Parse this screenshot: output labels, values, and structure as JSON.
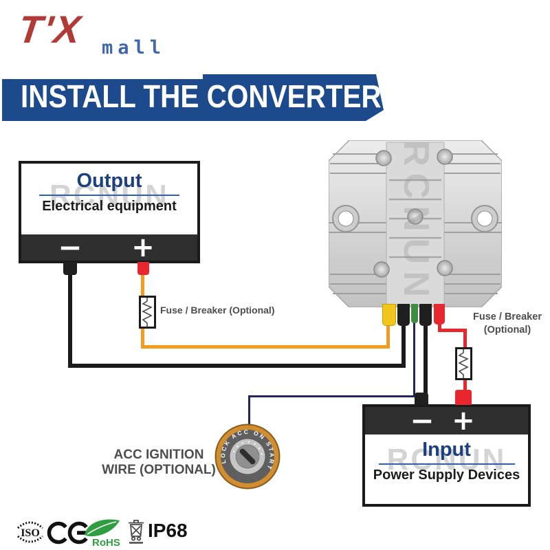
{
  "logo": {
    "brand": "T'X",
    "sub": "mall"
  },
  "banner": {
    "title": "INSTALL THE CONVERTER"
  },
  "output_box": {
    "title": "Output",
    "subtitle": "Electrical equipment",
    "minus": "−",
    "plus": "+"
  },
  "input_box": {
    "title": "Input",
    "subtitle": "Power Supply Devices",
    "minus": "−",
    "plus": "+"
  },
  "fuse_left": {
    "label": "Fuse / Breaker (Optional)"
  },
  "fuse_right": {
    "line1": "Fuse / Breaker",
    "line2": "(Optional)"
  },
  "acc": {
    "line1": "ACC IGNITION",
    "line2": "WIRE (OPTIONAL)",
    "ring_text": "LOCK ACC ON START"
  },
  "watermark": {
    "text": "RCNUN"
  },
  "certs": {
    "iso": "ISO",
    "rohs": "RoHS",
    "ip": "IP68"
  },
  "colors": {
    "banner_blue": "#1c4a8c",
    "title_blue": "#1d3f7f",
    "logo_red": "#b23a36",
    "logo_blue": "#4067ab",
    "wire_orange": "#f29c1f",
    "wire_red": "#e8262d",
    "wire_green": "#3e8e41",
    "wire_navy": "#23235f",
    "wire_black": "#1b1b1b",
    "rohs_green": "#2f9e41"
  }
}
